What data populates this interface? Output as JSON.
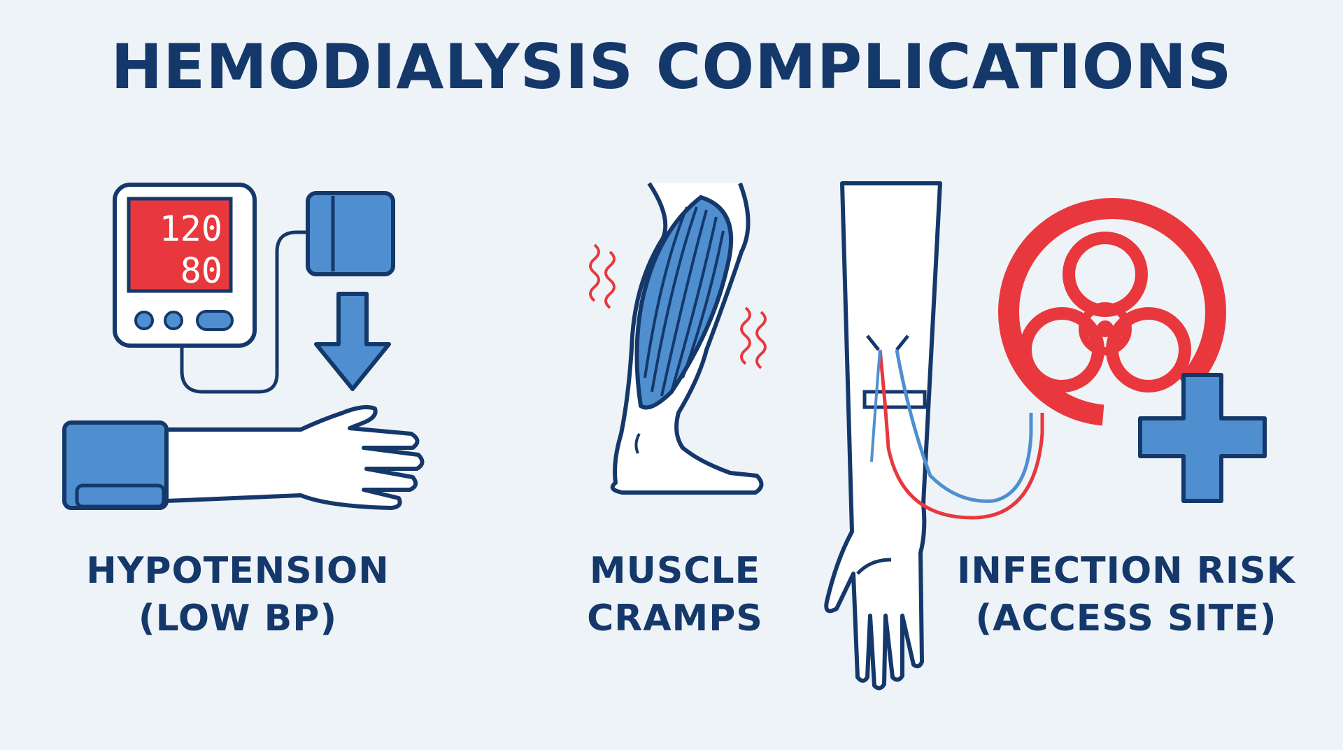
{
  "title": "HEMODIALYSIS COMPLICATIONS",
  "colors": {
    "navy": "#15386b",
    "blue": "#4f8fd0",
    "red": "#e8383d",
    "background": "#eef3f7"
  },
  "panels": [
    {
      "line1": "HYPOTENSION",
      "line2": "(LOW BP)",
      "icon": "blood-pressure-monitor-icon",
      "display": {
        "systolic": "120",
        "diastolic": "80"
      }
    },
    {
      "line1": "MUSCLE",
      "line2": "CRAMPS",
      "icon": "cramping-leg-icon"
    },
    {
      "line1": "INFECTION RISK",
      "line2": "(ACCESS SITE)",
      "icon": "biohazard-icon"
    }
  ]
}
